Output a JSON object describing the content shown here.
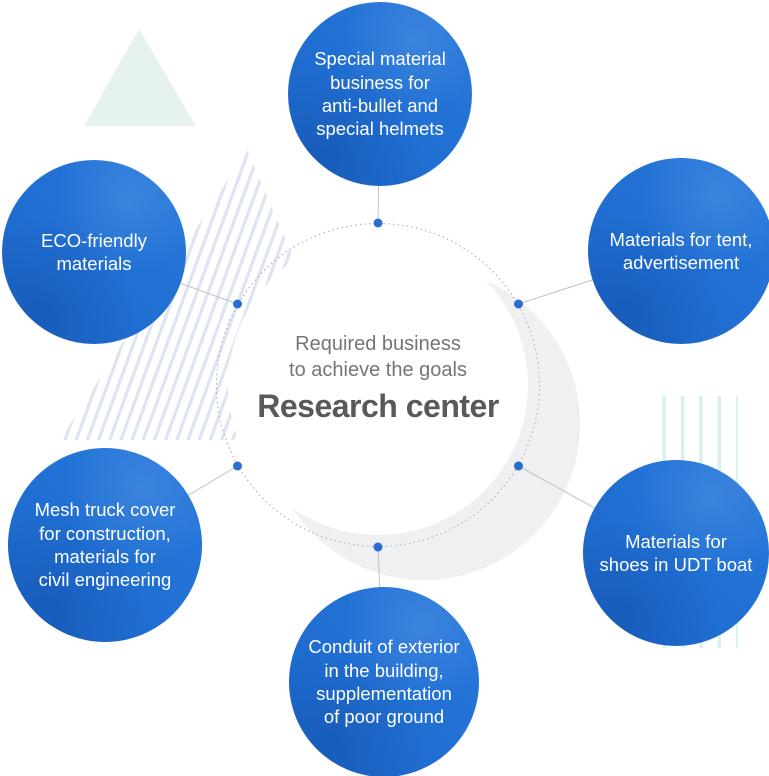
{
  "center": {
    "subtitle": "Required business\nto achieve the goals",
    "title": "Research center"
  },
  "nodes": [
    {
      "id": "special-material",
      "label": "Special material\nbusiness for\nanti-bullet and\nspecial helmets"
    },
    {
      "id": "tent-advertisement",
      "label": "Materials for tent,\nadvertisement"
    },
    {
      "id": "udt-boat-shoes",
      "label": "Materials for\nshoes in UDT boat"
    },
    {
      "id": "conduit-exterior",
      "label": "Conduit of exterior\nin the building,\nsupplementation\nof poor ground"
    },
    {
      "id": "mesh-truck-cover",
      "label": "Mesh truck cover\nfor construction,\nmaterials for\ncivil engineering"
    },
    {
      "id": "eco-friendly",
      "label": "ECO-friendly\nmaterials"
    }
  ],
  "colors": {
    "node_blue": "#2171d5",
    "node_blue_dark": "#1b63c6",
    "connector_dot_blue": "#2a6cd1",
    "dotted_ring_gray": "#b3b3b3",
    "connector_line_gray": "#c2c2c2",
    "crescent_gray": "#eff0f2",
    "hatch_lavender": "#dde4f2",
    "mint_triangle": "#e6f2ef",
    "cyan_stripe": "#d9f0ee",
    "subtitle_gray": "#757575",
    "title_gray": "#595959",
    "node_text": "#ffffff"
  }
}
